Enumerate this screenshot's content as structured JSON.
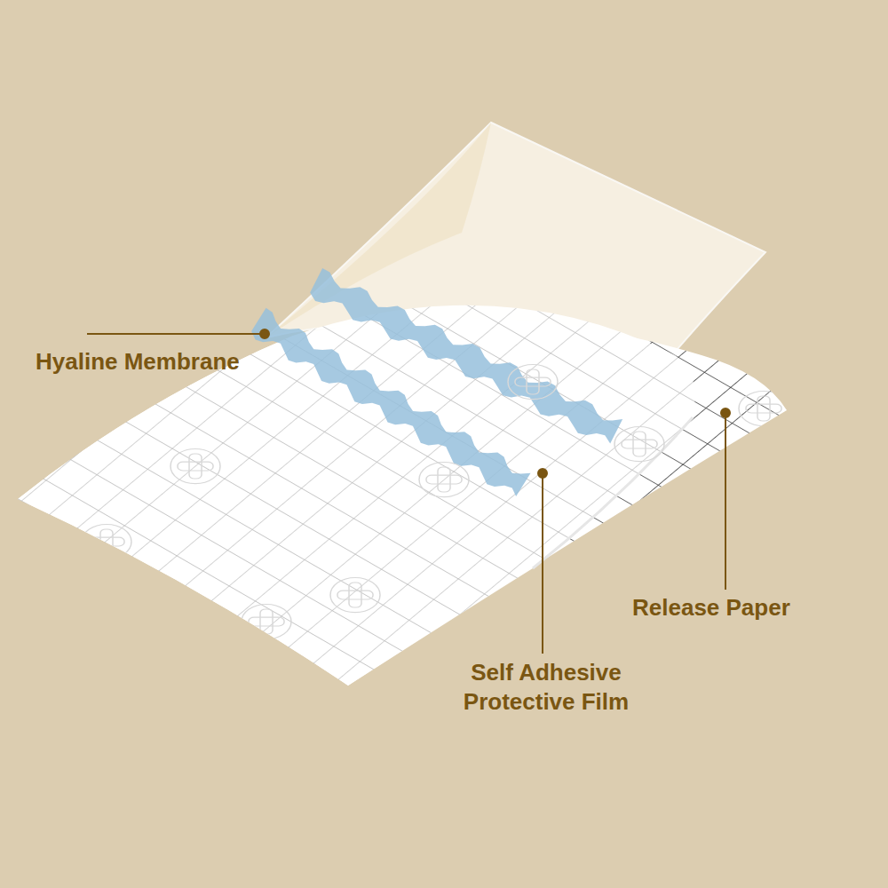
{
  "diagram": {
    "labels": [
      "Hyaline Membrane",
      "Self Adhesive Protective Film",
      "Release Paper"
    ]
  }
}
